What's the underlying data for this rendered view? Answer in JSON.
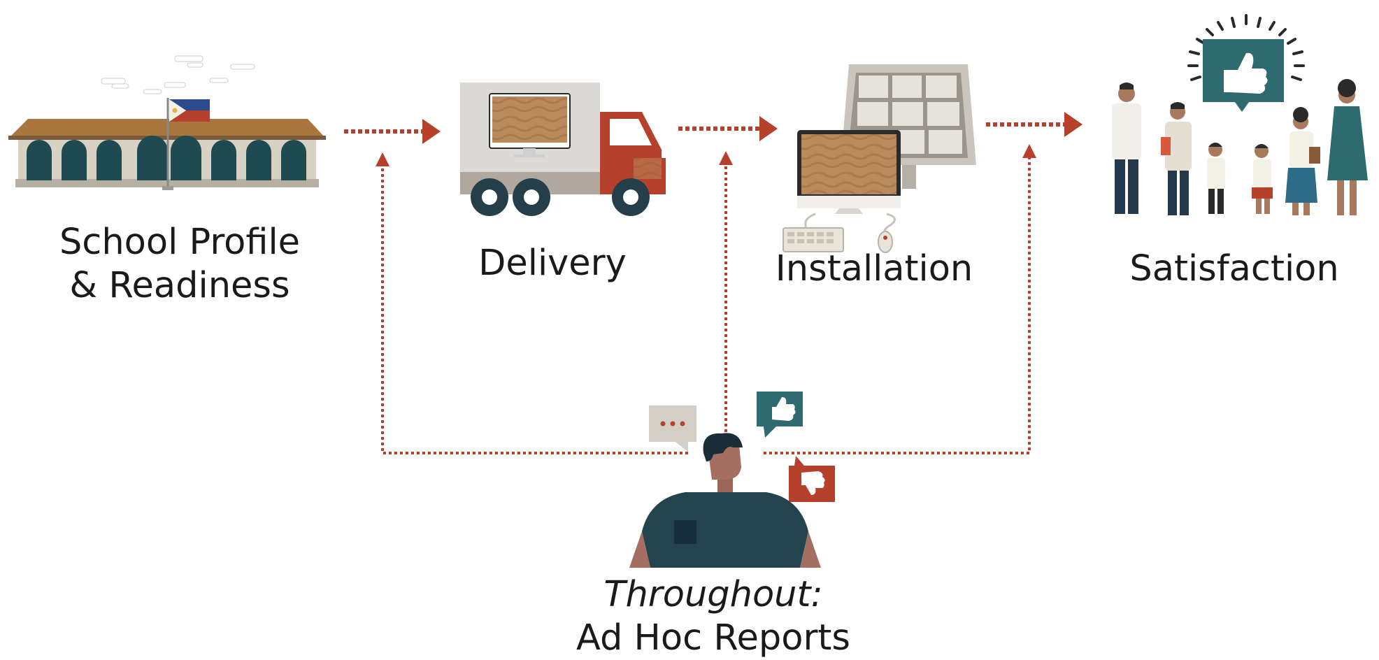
{
  "stages": [
    {
      "id": "school",
      "icon": "school-building-icon",
      "label_lines": [
        "School Profile",
        "& Readiness"
      ]
    },
    {
      "id": "delivery",
      "icon": "delivery-truck-icon",
      "label_lines": [
        "Delivery"
      ]
    },
    {
      "id": "installation",
      "icon": "computer-installation-icon",
      "label_lines": [
        "Installation"
      ]
    },
    {
      "id": "satisfaction",
      "icon": "happy-people-thumbs-up-icon",
      "label_lines": [
        "Satisfaction"
      ]
    }
  ],
  "reports": {
    "icon": "reporter-person-icon",
    "label_prefix": "Throughout:",
    "label": "Ad Hoc Reports"
  },
  "colors": {
    "arrow": "#b5412c",
    "teal": "#1f4a52",
    "wood": "#b98a5c",
    "text": "#1a1a1a"
  }
}
